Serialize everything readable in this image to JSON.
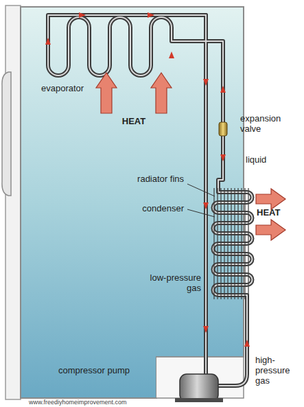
{
  "diagram": {
    "labels": [
      "evaporator",
      "HEAT",
      "expansion valve",
      "liquid",
      "radiator fins",
      "condenser",
      "HEAT",
      "low-pressure gas",
      "compressor pump",
      "high-pressure gas",
      "www.freediyhomeimprovement.com"
    ]
  }
}
